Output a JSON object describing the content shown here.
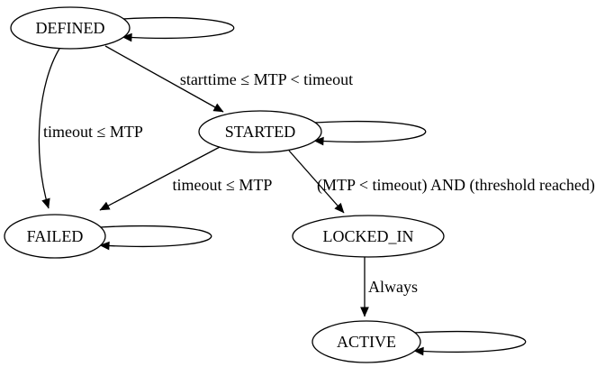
{
  "diagram": {
    "type": "state-machine-graph",
    "background_color": "#ffffff",
    "stroke_color": "#000000",
    "text_color": "#000000",
    "nodes": [
      {
        "id": "DEFINED",
        "label": "DEFINED",
        "shape": "ellipse",
        "self_loop": true
      },
      {
        "id": "STARTED",
        "label": "STARTED",
        "shape": "ellipse",
        "self_loop": true
      },
      {
        "id": "FAILED",
        "label": "FAILED",
        "shape": "ellipse",
        "self_loop": true
      },
      {
        "id": "LOCKED_IN",
        "label": "LOCKED_IN",
        "shape": "ellipse",
        "self_loop": false
      },
      {
        "id": "ACTIVE",
        "label": "ACTIVE",
        "shape": "ellipse",
        "self_loop": true
      }
    ],
    "edges": [
      {
        "from": "DEFINED",
        "to": "STARTED",
        "label": "starttime ≤ MTP < timeout"
      },
      {
        "from": "DEFINED",
        "to": "FAILED",
        "label": "timeout ≤ MTP"
      },
      {
        "from": "STARTED",
        "to": "FAILED",
        "label": "timeout ≤ MTP"
      },
      {
        "from": "STARTED",
        "to": "LOCKED_IN",
        "label": "(MTP < timeout) AND (threshold reached)"
      },
      {
        "from": "LOCKED_IN",
        "to": "ACTIVE",
        "label": "Always"
      },
      {
        "from": "DEFINED",
        "to": "DEFINED",
        "label": ""
      },
      {
        "from": "STARTED",
        "to": "STARTED",
        "label": ""
      },
      {
        "from": "FAILED",
        "to": "FAILED",
        "label": ""
      },
      {
        "from": "ACTIVE",
        "to": "ACTIVE",
        "label": ""
      }
    ]
  }
}
